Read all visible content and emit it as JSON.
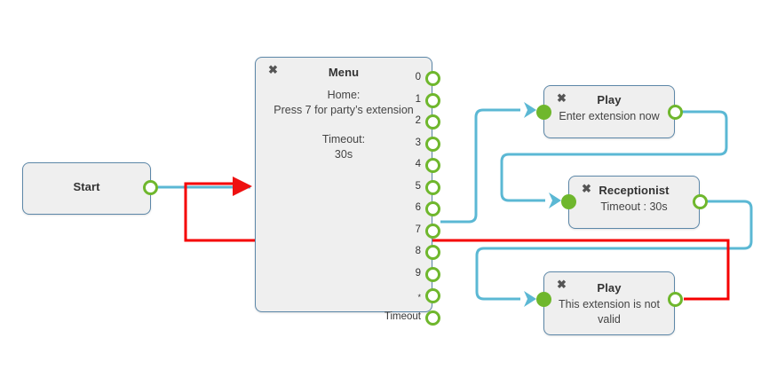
{
  "canvas": {
    "background": "#ffffff",
    "colors": {
      "node_fill": "#efefef",
      "node_border": "#5c87a8",
      "port_green": "#6fb72d",
      "wire_cyan": "#5bb8d4",
      "wire_red": "#f50000",
      "text": "#333333"
    }
  },
  "nodes": {
    "start": {
      "title": "Start",
      "close_icon": "",
      "ports_out": [
        {
          "label": ""
        }
      ]
    },
    "menu": {
      "title": "Menu",
      "close_icon": "✖",
      "body_lines": [
        "Home:",
        "Press 7 for party’s extension",
        "",
        "Timeout:",
        "30s"
      ],
      "ports_out": [
        {
          "label": "0"
        },
        {
          "label": "1"
        },
        {
          "label": "2"
        },
        {
          "label": "3"
        },
        {
          "label": "4"
        },
        {
          "label": "5"
        },
        {
          "label": "6"
        },
        {
          "label": "7"
        },
        {
          "label": "8"
        },
        {
          "label": "9"
        },
        {
          "label": "*"
        },
        {
          "label": "Timeout"
        }
      ]
    },
    "play1": {
      "title": "Play",
      "close_icon": "✖",
      "body_lines": [
        "Enter extension now"
      ]
    },
    "receptionist": {
      "title": "Receptionist",
      "close_icon": "✖",
      "body_lines": [
        "Timeout : 30s"
      ]
    },
    "play3": {
      "title": "Play",
      "close_icon": "✖",
      "body_lines": [
        "This extension is not",
        "valid"
      ]
    }
  }
}
